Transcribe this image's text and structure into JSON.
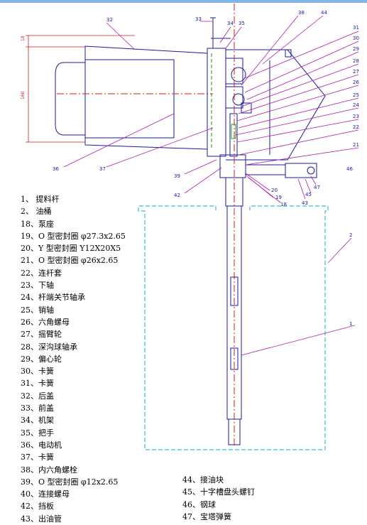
{
  "colors": {
    "line": "#1a1aa0",
    "leader": "#b01ab0",
    "centerline": "#d11a1a",
    "drum": "#35c0d0",
    "dimension": "#d11a1a",
    "green": "#1aa01a",
    "topbar": "#7fb6e6"
  },
  "dimensions": {
    "d18": "18",
    "d160": "160"
  },
  "callouts": [
    "1",
    "2",
    "18",
    "19",
    "20",
    "21",
    "22",
    "23",
    "24",
    "25",
    "26",
    "27",
    "28",
    "29",
    "30",
    "31",
    "32",
    "33",
    "34",
    "35",
    "36",
    "37",
    "38",
    "39",
    "42",
    "43",
    "44",
    "45",
    "46",
    "47"
  ],
  "legend_left": [
    "1、 提料杆",
    "2、 油桶",
    "18、泵座",
    "19、O 型密封圈 φ27.3x2.65",
    "20、Y 型密封圈 Y12X20X5",
    "21、O 型密封圈 φ26x2.65",
    "22、连杆套",
    "23、下轴",
    "24、杆端关节轴承",
    "25、销轴",
    "26、六角螺母",
    "27、摇臂轮",
    "28、深沟球轴承",
    "29、偏心轮",
    "30、卡簧",
    "31、卡簧",
    "32、后盖",
    "33、前盖",
    "34、机架",
    "35、把手",
    "36、电动机",
    "37、卡簧",
    "38、内六角螺栓",
    "39、O 型密封圈 φ12x2.65",
    "40、连接螺母",
    "42、挡板",
    "43、出油管"
  ],
  "legend_right": [
    "44、接油块",
    "45、十字槽盘头螺钉",
    "46、钢球",
    "47、宝塔弹簧"
  ]
}
